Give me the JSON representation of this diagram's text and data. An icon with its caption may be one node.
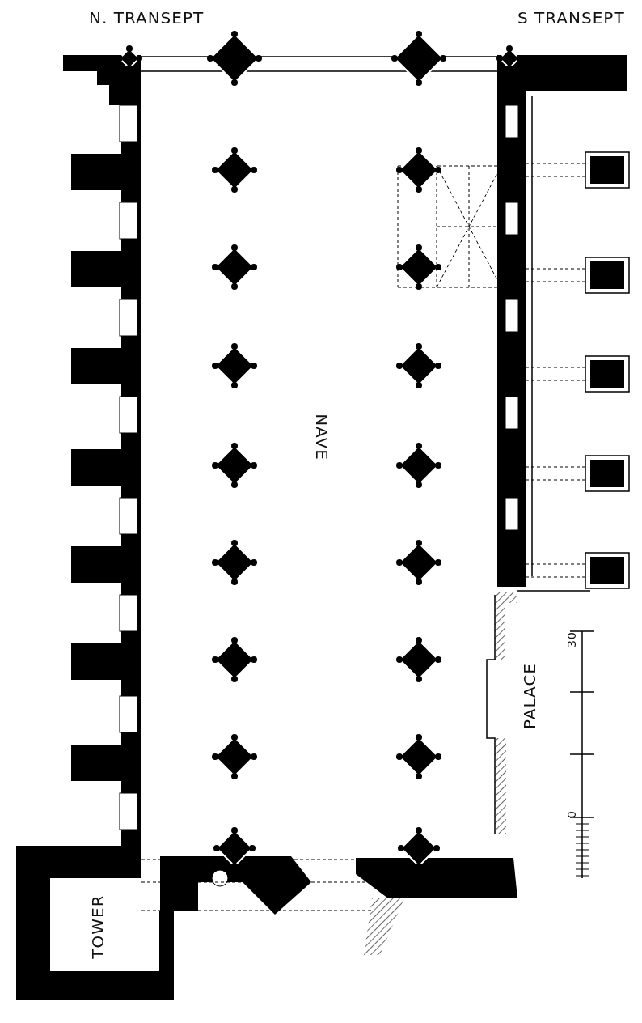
{
  "diagram": {
    "labels": [
      "N. TRANSEPT",
      "S TRANSEPT",
      "NAVE",
      "PALACE",
      "TOWER",
      "30",
      "0"
    ]
  }
}
